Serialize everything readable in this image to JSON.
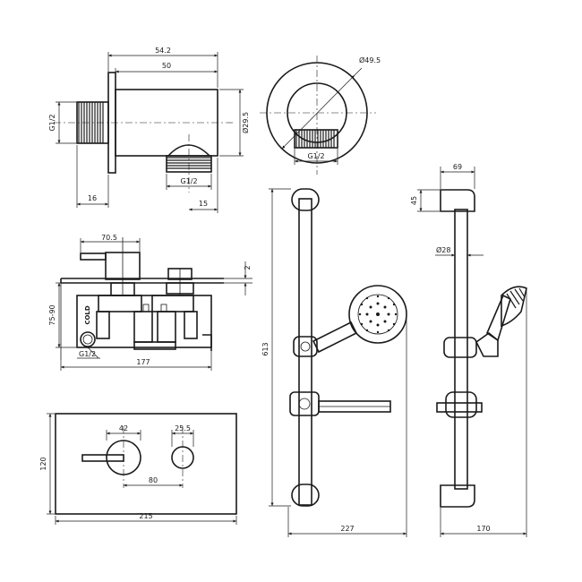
{
  "wall_outlet_side": {
    "dims": {
      "total_depth": "54.2",
      "body_depth": "50",
      "thread_top": "G1/2",
      "thread_length": "16",
      "outlet_offset": "15",
      "body_height": "Ø29.5"
    }
  },
  "wall_outlet_front": {
    "dims": {
      "flange_diameter": "Ø49.5",
      "outlet_thread": "G1/2"
    }
  },
  "valve_section": {
    "dims": {
      "cartridge_width": "70.5",
      "plate_gap": "2",
      "wall_depth": "75-90",
      "inlet_thread": "G1/2",
      "total_width": "177"
    },
    "labels": {
      "cold": "COLD"
    }
  },
  "valve_plate": {
    "dims": {
      "height": "120",
      "handle_diameter": "42",
      "knob_diameter": "25.5",
      "handle_spacing": "80",
      "width": "215"
    }
  },
  "riser_front": {
    "dims": {
      "height": "613",
      "projection": "227"
    }
  },
  "riser_side": {
    "dims": {
      "bracket_width": "69",
      "bracket_height": "45",
      "rail_diameter": "Ø28",
      "depth": "170"
    }
  }
}
